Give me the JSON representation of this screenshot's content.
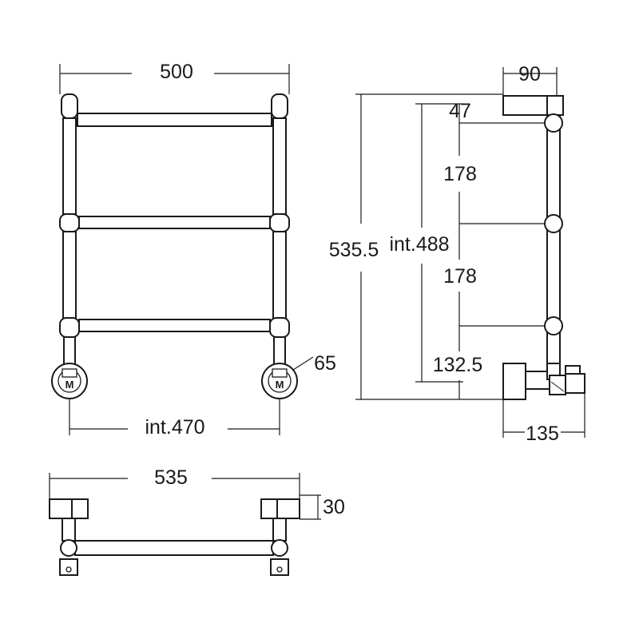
{
  "front_view": {
    "width_label": "500",
    "interaxis_label": "int.470",
    "valve_label": "65",
    "valve_mark": "M"
  },
  "side_view": {
    "depth_label": "90",
    "top_label": "47",
    "spacing_upper_label": "178",
    "spacing_lower_label": "178",
    "bottom_label": "132.5",
    "height_label": "535.5",
    "interaxis_label": "int.488",
    "wall_distance_label": "135"
  },
  "top_view": {
    "width_label": "535",
    "bracket_label": "30"
  }
}
